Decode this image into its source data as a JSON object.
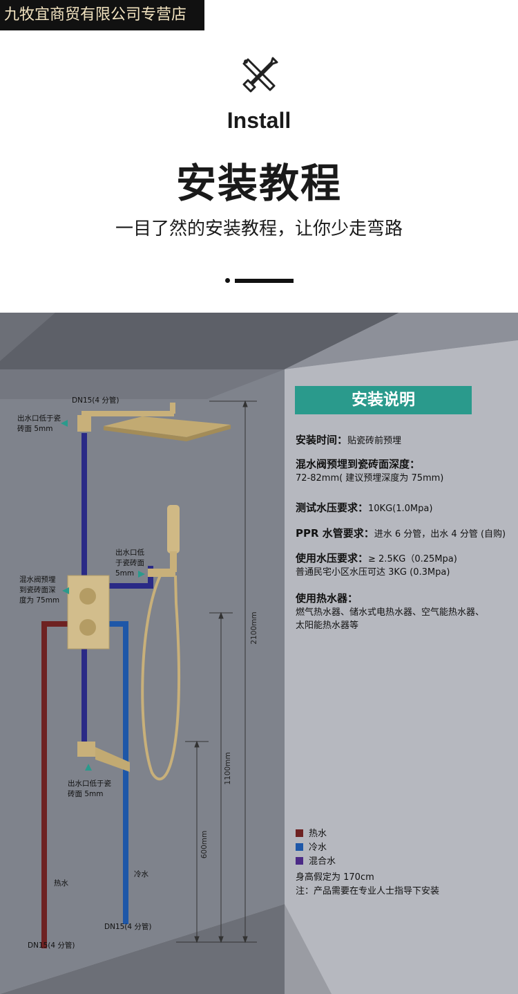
{
  "watermark": "九牧宜商贸有限公司专营店",
  "header": {
    "title_en": "Install",
    "title_cn": "安装教程",
    "subtitle": "一目了然的安装教程，让你少走弯路"
  },
  "diagram": {
    "labels": {
      "top_pipe": "DN15(4 分管)",
      "outlet_top_1": "出水口低于瓷",
      "outlet_top_2": "砖面 5mm",
      "outlet_mid_1": "出水口低",
      "outlet_mid_2": "于瓷砖面",
      "outlet_mid_3": "5mm",
      "valve_1": "混水阀预埋",
      "valve_2": "到瓷砖面深",
      "valve_3": "度为 75mm",
      "outlet_low_1": "出水口低于瓷",
      "outlet_low_2": "砖面 5mm",
      "hot": "热水",
      "cold": "冷水",
      "cold_pipe": "DN15(4 分管)",
      "hot_pipe": "DN15(4 分管)"
    },
    "dimensions": {
      "total": "2100mm",
      "mid": "1100mm",
      "low": "600mm"
    },
    "colors": {
      "hot": "#6e2222",
      "cold": "#1e57a8",
      "mixed": "#2a2a86",
      "brass": "#c8b07a",
      "accent": "#2a9a8c"
    }
  },
  "notes": {
    "title": "安装说明",
    "items": [
      {
        "label": "安装时间：",
        "value": "贴瓷砖前预埋"
      },
      {
        "label": "混水阀预埋到瓷砖面深度：",
        "value": "72-82mm( 建议预埋深度为 75mm)"
      },
      {
        "label": "测试水压要求：",
        "value": "10KG(1.0Mpa)"
      },
      {
        "label": "PPR 水管要求：",
        "value": "进水 6 分管，出水 4 分管 (自购)"
      },
      {
        "label": "使用水压要求：",
        "value": "≥ 2.5KG（0.25Mpa)",
        "value2": "普通民宅小区水压可达 3KG (0.3Mpa)"
      },
      {
        "label": "使用热水器：",
        "value": "燃气热水器、储水式电热水器、空气能热水器、",
        "value2": "太阳能热水器等"
      }
    ],
    "legend": [
      {
        "label": "热水",
        "color": "#6e2222"
      },
      {
        "label": "冷水",
        "color": "#1e57a8"
      },
      {
        "label": "混合水",
        "color": "#4b2a86"
      }
    ],
    "height_note": "身高假定为 170cm",
    "install_note": "注：产品需要在专业人士指导下安装"
  }
}
